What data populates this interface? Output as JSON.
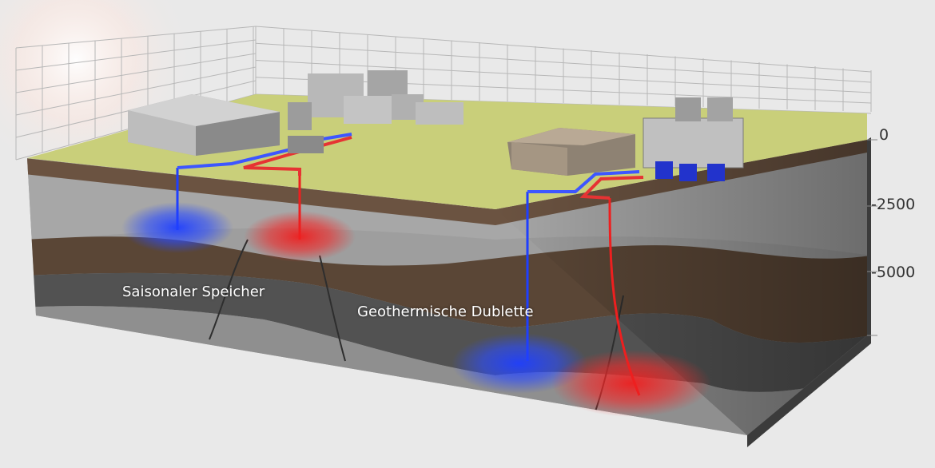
{
  "depth_axis": {
    "ticks": [
      "0",
      "-2500",
      "-5000"
    ]
  },
  "annotations": {
    "seasonal_storage": "Saisonaler Speicher",
    "geothermal_doublet": "Geothermische Dublette"
  },
  "colors": {
    "surface": "#c9cf7a",
    "cold": "#1f3fff",
    "hot": "#ee1f1f",
    "layer_gray": "#a9a9a9",
    "layer_brown": "#5a4636",
    "layer_dark": "#4a4a4a",
    "layer_light": "#8c8c8c"
  }
}
